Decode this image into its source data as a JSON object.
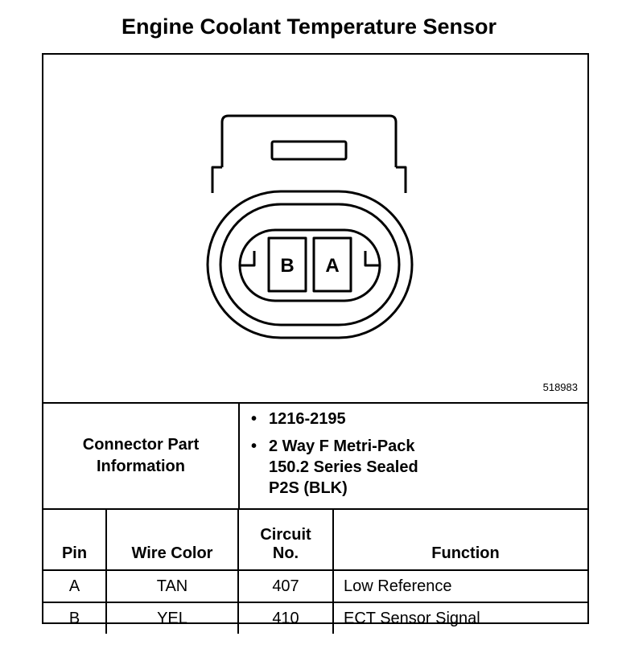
{
  "title": "Engine Coolant Temperature Sensor",
  "figure_number": "518983",
  "connector": {
    "pin_labels": {
      "left": "B",
      "right": "A"
    }
  },
  "connector_part": {
    "label_line1": "Connector Part",
    "label_line2": "Information",
    "items": [
      {
        "lines": [
          "1216-2195"
        ]
      },
      {
        "lines": [
          "2 Way F Metri-Pack",
          "150.2 Series Sealed",
          "P2S (BLK)"
        ]
      }
    ]
  },
  "pin_table": {
    "headers": {
      "pin": "Pin",
      "wire_color": "Wire Color",
      "circuit_line1": "Circuit",
      "circuit_line2": "No.",
      "function": "Function"
    },
    "rows": [
      {
        "pin": "A",
        "wire_color": "TAN",
        "circuit": "407",
        "function": "Low Reference"
      },
      {
        "pin": "B",
        "wire_color": "YEL",
        "circuit": "410",
        "function": "ECT Sensor Signal"
      }
    ]
  }
}
